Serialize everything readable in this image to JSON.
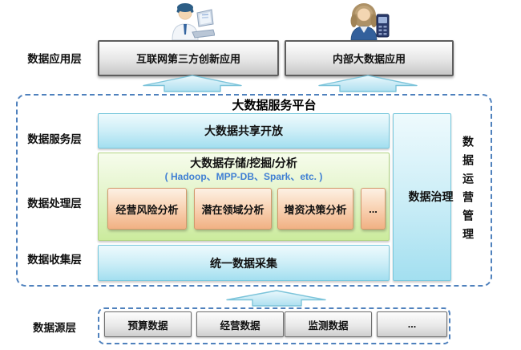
{
  "colors": {
    "dashed_border": "#4f81bd",
    "subtitle_blue": "#3f7fd4",
    "blue_box_top": "#eefafd",
    "blue_box_bottom": "#a3dff0",
    "green_box_top": "#f6fcec",
    "green_box_bottom": "#cbeb9d",
    "orange_box_top": "#fdf1e4",
    "orange_box_bottom": "#f1b184",
    "arrow_fill": "#cfeef9",
    "arrow_stroke": "#7cc4da"
  },
  "application_layer": {
    "label": "数据应用层",
    "internet_app": "互联网第三方创新应用",
    "internal_app": "内部大数据应用",
    "icons": [
      "user-laptop-icon",
      "user-device-icon"
    ]
  },
  "platform": {
    "title": "大数据服务平台",
    "service_layer": {
      "label": "数据服务层",
      "box": "大数据共享开放"
    },
    "processing_layer": {
      "label": "数据处理层",
      "title": "大数据存储/挖掘/分析",
      "subtitle": "( Hadoop、MPP-DB、Spark、etc. )",
      "modules": [
        "经营风险分析",
        "潜在领域分析",
        "增资决策分析",
        "..."
      ]
    },
    "collection_layer": {
      "label": "数据收集层",
      "box": "统一数据采集"
    },
    "governance": "数据治理",
    "operation_management": "数据运营管理"
  },
  "source_layer": {
    "label": "数据源层",
    "boxes": [
      "预算数据",
      "经营数据",
      "监测数据",
      "..."
    ]
  }
}
